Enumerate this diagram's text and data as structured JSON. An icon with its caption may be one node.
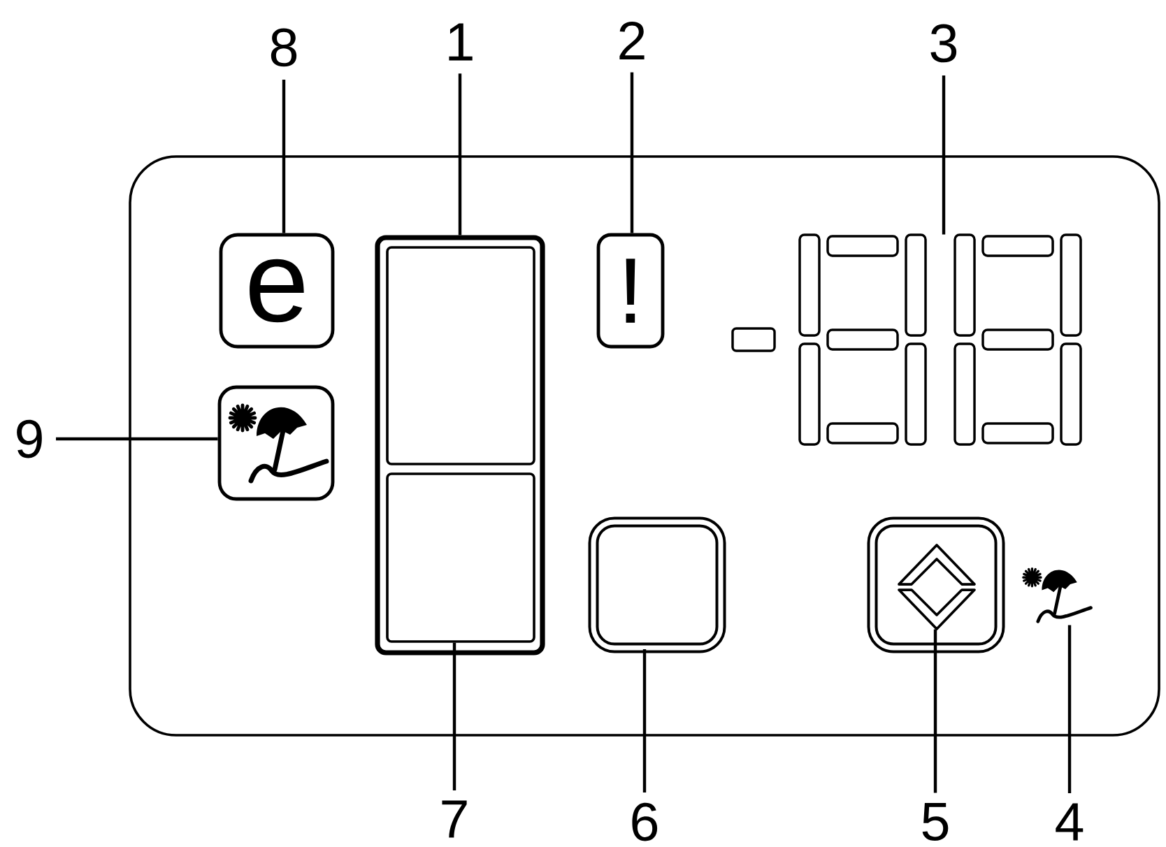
{
  "diagram": {
    "nodes": [
      {
        "text": [
          "8"
        ]
      },
      {
        "text": [
          "1"
        ]
      },
      {
        "text": [
          "2"
        ]
      },
      {
        "text": [
          "3"
        ]
      },
      {
        "text": [
          "9"
        ]
      },
      {
        "text": [],
        "shape": "box"
      },
      {
        "text": [
          "e"
        ],
        "in": 5
      },
      {
        "text": [],
        "shape": "box",
        "in": 5
      },
      {
        "text": [],
        "shape": "box",
        "in": 7
      },
      {
        "text": [],
        "shape": "box",
        "in": 7
      },
      {
        "text": [
          "!"
        ],
        "in": 5
      },
      {
        "text": [],
        "shape": "picture",
        "in": 5
      },
      {
        "text": [],
        "shape": "box",
        "in": 5
      },
      {
        "text": [],
        "shape": "box",
        "in": 5
      },
      {
        "text": [],
        "shape": "box",
        "in": 5
      },
      {
        "text": [],
        "shape": "picture",
        "in": 14
      },
      {
        "text": [],
        "shape": "picture",
        "in": 5
      },
      {
        "text": [
          "7"
        ]
      },
      {
        "text": [
          "6"
        ]
      },
      {
        "text": [
          "5"
        ]
      },
      {
        "text": [
          "4"
        ]
      }
    ],
    "edges": [
      {
        "from": 0,
        "to": 6,
        "arrow": "none"
      },
      {
        "from": 1,
        "to": 7,
        "arrow": "none"
      },
      {
        "from": 2,
        "to": 10,
        "arrow": "none"
      },
      {
        "from": 3,
        "to": 11,
        "arrow": "none"
      },
      {
        "from": 4,
        "to": 12,
        "arrow": "none"
      },
      {
        "from": 17,
        "to": 9,
        "arrow": "none"
      },
      {
        "from": 18,
        "to": 13,
        "arrow": "none"
      },
      {
        "from": 19,
        "to": 15,
        "arrow": "none"
      },
      {
        "from": 20,
        "to": 16,
        "arrow": "none"
      }
    ]
  }
}
